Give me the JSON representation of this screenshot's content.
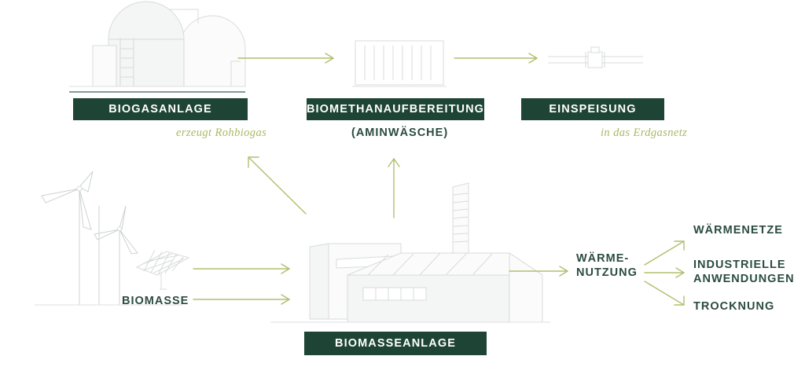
{
  "diagram": {
    "title_boxes": [
      {
        "id": "biogasanlage",
        "label": "BIOGASANLAGE"
      },
      {
        "id": "biomethanaufbereitung",
        "label": "BIOMETHANAUFBEREITUNG"
      },
      {
        "id": "einspeisung",
        "label": "EINSPEISUNG"
      },
      {
        "id": "biomasseanlage",
        "label": "BIOMASSEANLAGE"
      }
    ],
    "captions": [
      {
        "id": "erzeugt-rohbiogas",
        "text": "erzeugt Rohbiogas",
        "style": "handwritten",
        "color": "#aab861"
      },
      {
        "id": "aminwaesche",
        "text": "(AMINWÄSCHE)",
        "style": "caps",
        "color": "#2b4c3f"
      },
      {
        "id": "in-das-erdgasnetz",
        "text": "in das Erdgasnetz",
        "style": "handwritten",
        "color": "#aab861"
      }
    ],
    "nodes": [
      {
        "id": "biomasse",
        "label": "BIOMASSE"
      },
      {
        "id": "waermenutzung",
        "label": "WÄRME-\nNUTZUNG"
      }
    ],
    "outputs": [
      {
        "id": "waermenetze",
        "label": "WÄRMENETZE"
      },
      {
        "id": "industrielle-anwendungen",
        "label": "INDUSTRIELLE\nANWENDUNGEN"
      },
      {
        "id": "trocknung",
        "label": "TROCKNUNG"
      }
    ],
    "illustrations": [
      {
        "id": "biogas-plant",
        "name": "biogas-digester-domes-illustration"
      },
      {
        "id": "amine-scrubber",
        "name": "gas-upgrading-unit-illustration"
      },
      {
        "id": "gas-pipeline",
        "name": "pipeline-valve-illustration"
      },
      {
        "id": "wind-solar",
        "name": "wind-turbines-and-solar-panel-illustration"
      },
      {
        "id": "biomass-plant",
        "name": "biomass-power-plant-illustration"
      }
    ],
    "arrows": [
      {
        "id": "biogas-to-upgrading",
        "direction": "right"
      },
      {
        "id": "upgrading-to-feedin",
        "direction": "right"
      },
      {
        "id": "biomassplant-to-biogasplant",
        "direction": "up-left"
      },
      {
        "id": "biomassplant-to-upgrading",
        "direction": "up"
      },
      {
        "id": "renewables-to-biomassplant",
        "direction": "right"
      },
      {
        "id": "biomasse-to-biomassplant",
        "direction": "right"
      },
      {
        "id": "biomassplant-to-heat",
        "direction": "right"
      },
      {
        "id": "heat-to-waermenetze",
        "direction": "up-right"
      },
      {
        "id": "heat-to-industrielle",
        "direction": "right"
      },
      {
        "id": "heat-to-trocknung",
        "direction": "down-right"
      }
    ],
    "colors": {
      "box_green": "#1d4434",
      "box_text": "#ffffff",
      "text_green": "#2b4c3f",
      "arrow_olive": "#b3bd6e",
      "handwriting_olive": "#aab861",
      "line_grey": "#d9dbdb",
      "background": "#ffffff"
    }
  }
}
